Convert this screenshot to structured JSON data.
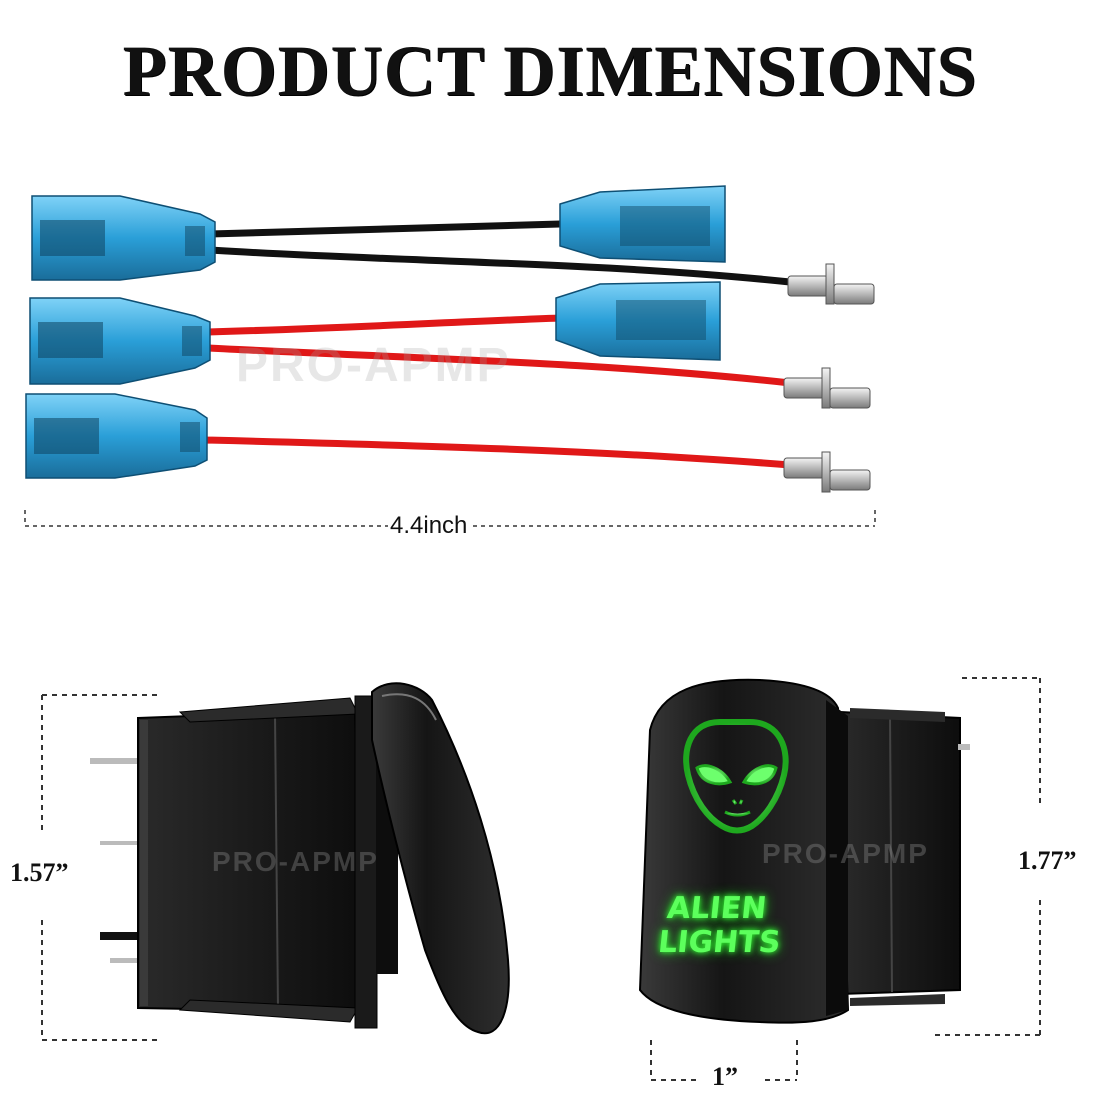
{
  "title": "PRODUCT DIMENSIONS",
  "dimensions": {
    "wire_length": "4.4inch",
    "side_height": "1.57”",
    "front_height": "1.77”",
    "front_width": "1”"
  },
  "watermark": "PRO-APMP",
  "switch_label": {
    "line1": "ALIEN",
    "line2": "LIGHTS",
    "color": "#5cff5c"
  },
  "colors": {
    "connector": "#2a9fd8",
    "wire_black": "#111111",
    "wire_red": "#e01818"
  }
}
